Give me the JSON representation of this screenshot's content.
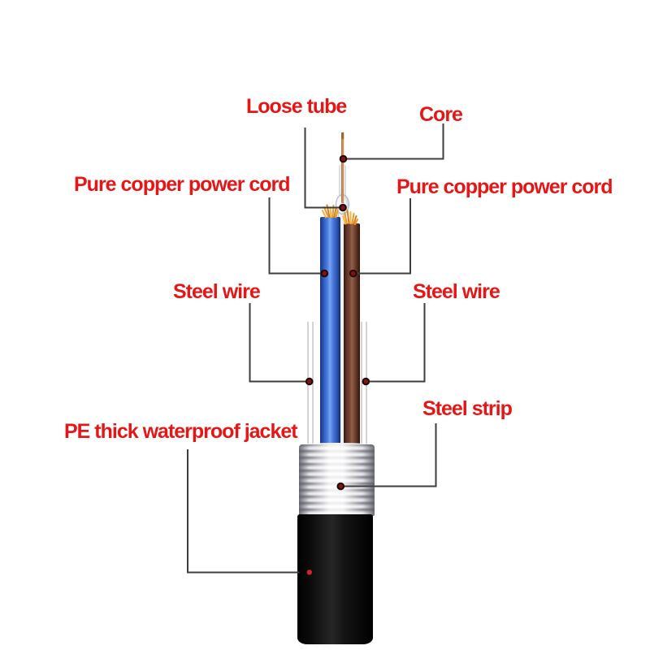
{
  "diagram": {
    "subject": "fiber optic cable structure diagram",
    "labels": {
      "loose_tube": "Loose tube",
      "core": "Core",
      "power_cord_left": "Pure copper power cord",
      "power_cord_right": "Pure copper power cord",
      "steel_wire_left": "Steel wire",
      "steel_wire_right": "Steel wire",
      "steel_strip": "Steel strip",
      "pe_jacket": "PE thick waterproof jacket"
    },
    "colors": {
      "label_red": "#e51616",
      "leader_line": "#3e3e3e",
      "marker_dot": "#841212",
      "marker_dot_on_jacket": "#d42028",
      "wire_blue": "#4d7de0",
      "wire_brown": "#7c4a38",
      "copper_strands": "#eb9a26",
      "fiber_core_tan": "#c98f5c",
      "loose_tube_white": "#eef1f5",
      "steel_gray": "#9a9aa2",
      "jacket_black": "#0c0c0c",
      "background": "#ffffff"
    }
  }
}
